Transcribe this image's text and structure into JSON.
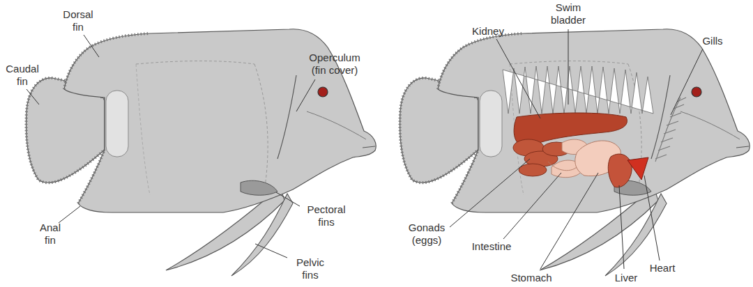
{
  "diagram": {
    "labels": [
      "Dorsal fin",
      "Caudal fin",
      "Operculum (fin cover)",
      "Anal fin",
      "Pectoral fins",
      "Pelvic fins",
      "Kidney",
      "Swim bladder",
      "Gills",
      "Gonads (eggs)",
      "Intestine",
      "Stomach",
      "Liver",
      "Heart"
    ]
  }
}
